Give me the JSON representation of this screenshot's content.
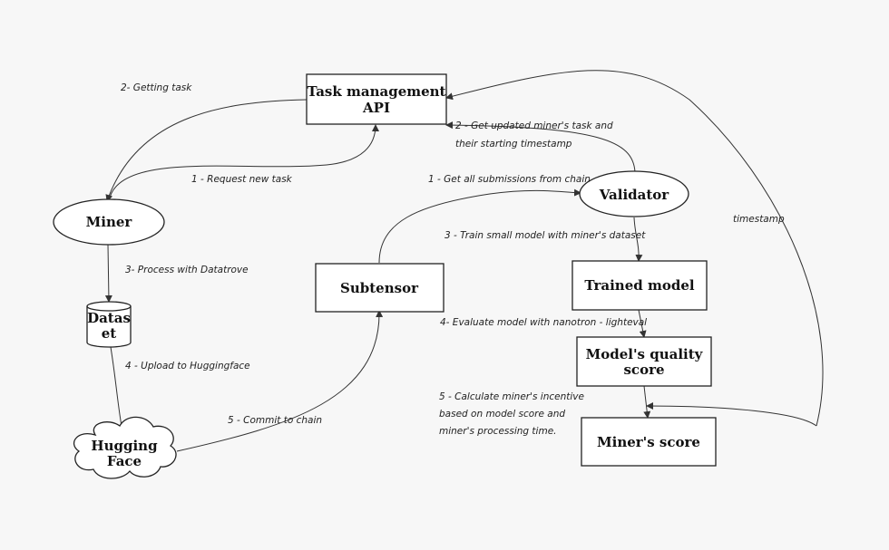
{
  "nodes": {
    "task_api": [
      "Task management",
      "API"
    ],
    "miner": "Miner",
    "validator": "Validator",
    "dataset": [
      "Datas",
      "et"
    ],
    "subtensor": "Subtensor",
    "trained_model": "Trained model",
    "quality_score": [
      "Model's quality",
      "score"
    ],
    "hugging_face": [
      "Hugging",
      "Face"
    ],
    "miners_score": "Miner's score"
  },
  "edges": {
    "getting_task": "2- Getting task",
    "request_task": "1 - Request new task",
    "get_updated": [
      "2 - Get updated miner's task and",
      "their starting timestamp"
    ],
    "get_submissions": "1 - Get all submissions from chain",
    "timestamp": "timestamp",
    "process": "3- Process with Datatrove",
    "train": "3 - Train small model with miner's dataset",
    "evaluate": "4- Evaluate model with nanotron - lighteval",
    "upload": "4 - Upload to Huggingface",
    "calculate": [
      "5 - Calculate miner's incentive",
      "based on model score and",
      "miner's processing time."
    ],
    "commit": "5 - Commit to chain"
  }
}
